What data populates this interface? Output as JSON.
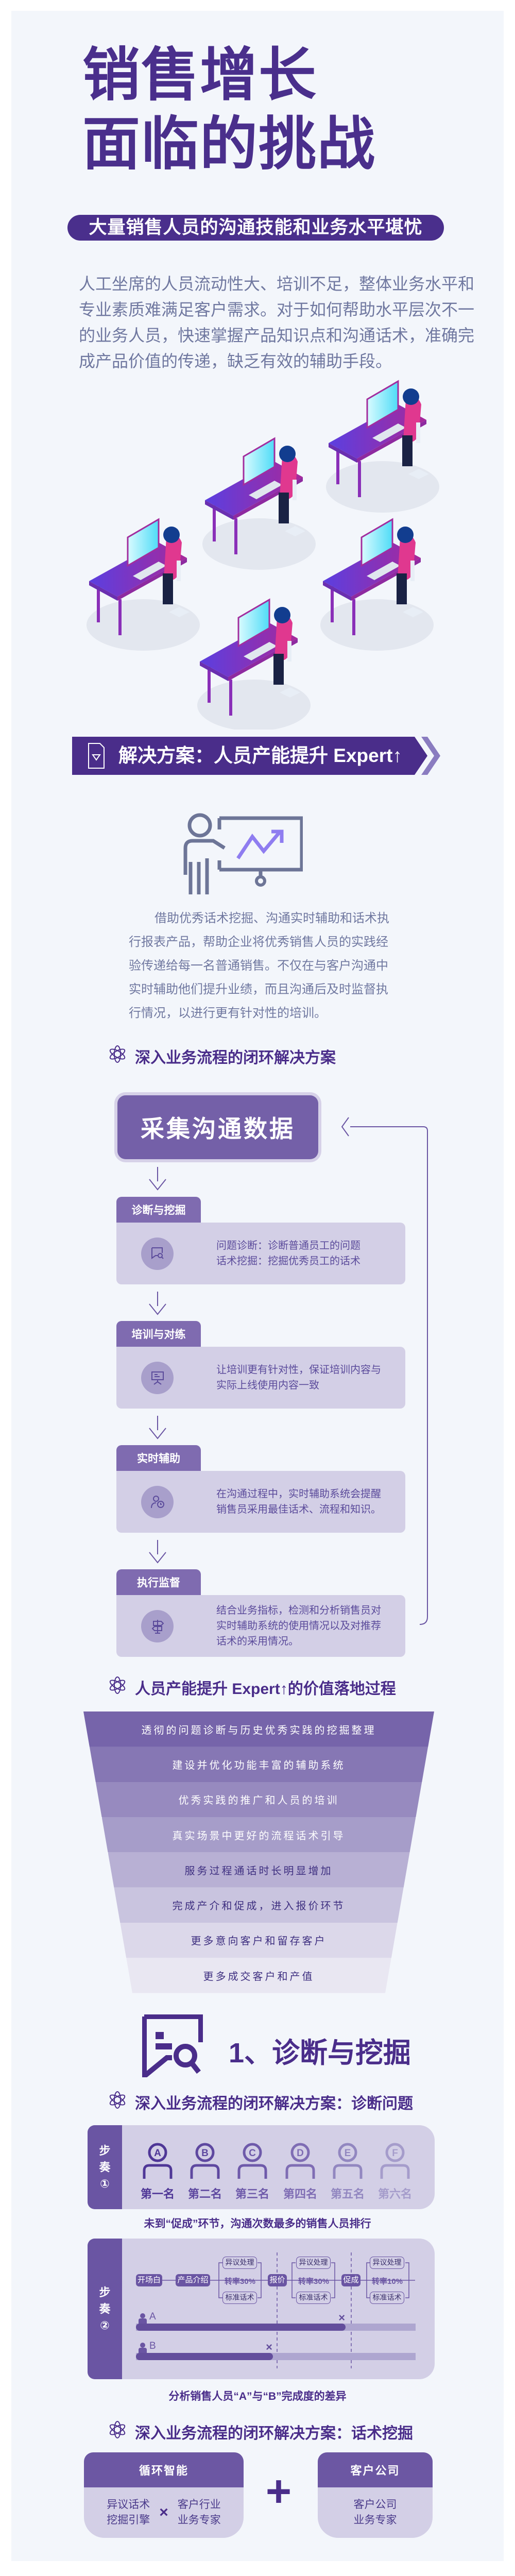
{
  "colors": {
    "primary": "#4a2d8a",
    "box": "#7460a8",
    "card": "#d3cfe6",
    "text_gray": "#7078a0"
  },
  "hero": {
    "title_line1": "销售增长",
    "title_line2": "面临的挑战",
    "pill": "大量销售人员的沟通技能和业务水平堪忧",
    "paragraph": [
      "人工坐席的人员流动性大、培训不足，整体业务水平和",
      "专业素质难满足客户需求。对于如何帮助水平层次不一",
      "的业务人员，快速掌握产品知识点和沟通话术，准确完",
      "成产品价值的传递，缺乏有效的辅助手段。"
    ],
    "illustration": "isometric-office-workers"
  },
  "solution": {
    "banner": "解决方案：人员产能提升 Expert↑",
    "icon": "presenter-chart-icon",
    "paragraph": [
      "借助优秀话术挖掘、沟通实时辅助和话术执",
      "行报表产品，帮助企业将优秀销售人员的实践经",
      "验传递给每一名普通销售。不仅在与客户沟通中",
      "实时辅助他们提升业绩，而且沟通后及时监督执",
      "行情况，以进行更有针对性的培训。"
    ]
  },
  "loop": {
    "header": "深入业务流程的闭环解决方案",
    "start": "采集沟通数据",
    "steps": [
      {
        "tab": "诊断与挖掘",
        "icon": "chat-search-icon",
        "lines": [
          "问题诊断：诊断普通员工的问题",
          "话术挖掘：挖掘优秀员工的话术"
        ]
      },
      {
        "tab": "培训与对练",
        "icon": "presentation-board-icon",
        "lines": [
          "让培训更有针对性，保证培训内容与",
          "实际上线使用内容一致"
        ]
      },
      {
        "tab": "实时辅助",
        "icon": "user-clock-icon",
        "lines": [
          "在沟通过程中，实时辅助系统会提醒",
          "销售员采用最佳话术、流程和知识。"
        ]
      },
      {
        "tab": "执行监督",
        "icon": "signpost-icon",
        "lines": [
          "结合业务指标，检测和分析销售员对",
          "实时辅助系统的使用情况以及对推荐",
          "话术的采用情况。"
        ]
      }
    ]
  },
  "funnel": {
    "header": "人员产能提升 Expert↑的价值落地过程",
    "rows": [
      "透彻的问题诊断与历史优秀实践的挖掘整理",
      "建设并优化功能丰富的辅助系统",
      "优秀实践的推广和人员的培训",
      "真实场景中更好的流程话术引导",
      "服务过程通话时长明显增加",
      "完成产介和促成，进入报价环节",
      "更多意向客户和留存客户",
      "更多成交客户和产值"
    ],
    "colors": [
      "#7664aa",
      "#8677b4",
      "#978abf",
      "#a69dc9",
      "#b8b0d4",
      "#c9c4df",
      "#dcd8ea",
      "#e9e7f2"
    ]
  },
  "diagnosis": {
    "title": "1、诊断与挖掘",
    "header": "深入业务流程的闭环解决方案：诊断问题",
    "step1": {
      "label": "步奏①",
      "people": [
        {
          "letter": "A",
          "rank": "第一名",
          "color": "#4f3797"
        },
        {
          "letter": "B",
          "rank": "第二名",
          "color": "#5e48a0"
        },
        {
          "letter": "C",
          "rank": "第三名",
          "color": "#6e5aaa"
        },
        {
          "letter": "D",
          "rank": "第四名",
          "color": "#7f6db4"
        },
        {
          "letter": "E",
          "rank": "第五名",
          "color": "#9287c0"
        },
        {
          "letter": "F",
          "rank": "第六名",
          "color": "#a59ccb"
        }
      ],
      "caption": "未到“促成”环节，沟通次数最多的销售人员排行"
    },
    "step2": {
      "label": "步奏②",
      "nodes": [
        "开场白",
        "产品介绍",
        "报价",
        "促成"
      ],
      "groups": [
        {
          "top": "异议处理",
          "rate": "转率30%",
          "bottom": "标准话术"
        },
        {
          "top": "异议处理",
          "rate": "转率30%",
          "bottom": "标准话术"
        },
        {
          "top": "异议处理",
          "rate": "转率10%",
          "bottom": "标准话术"
        }
      ],
      "bars": [
        {
          "name": "A",
          "progress": 0.75
        },
        {
          "name": "B",
          "progress": 0.49
        }
      ],
      "caption": "分析销售人员“A”与“B”完成度的差异"
    }
  },
  "mining": {
    "header": "深入业务流程的闭环解决方案：话术挖掘",
    "left": {
      "title": "循环智能",
      "a": [
        "异议话术",
        "挖掘引擎"
      ],
      "op": "×",
      "b": [
        "客户行业",
        "业务专家"
      ]
    },
    "plus": "+",
    "right": {
      "title": "客户公司",
      "body": [
        "客户公司",
        "业务专家"
      ]
    }
  }
}
